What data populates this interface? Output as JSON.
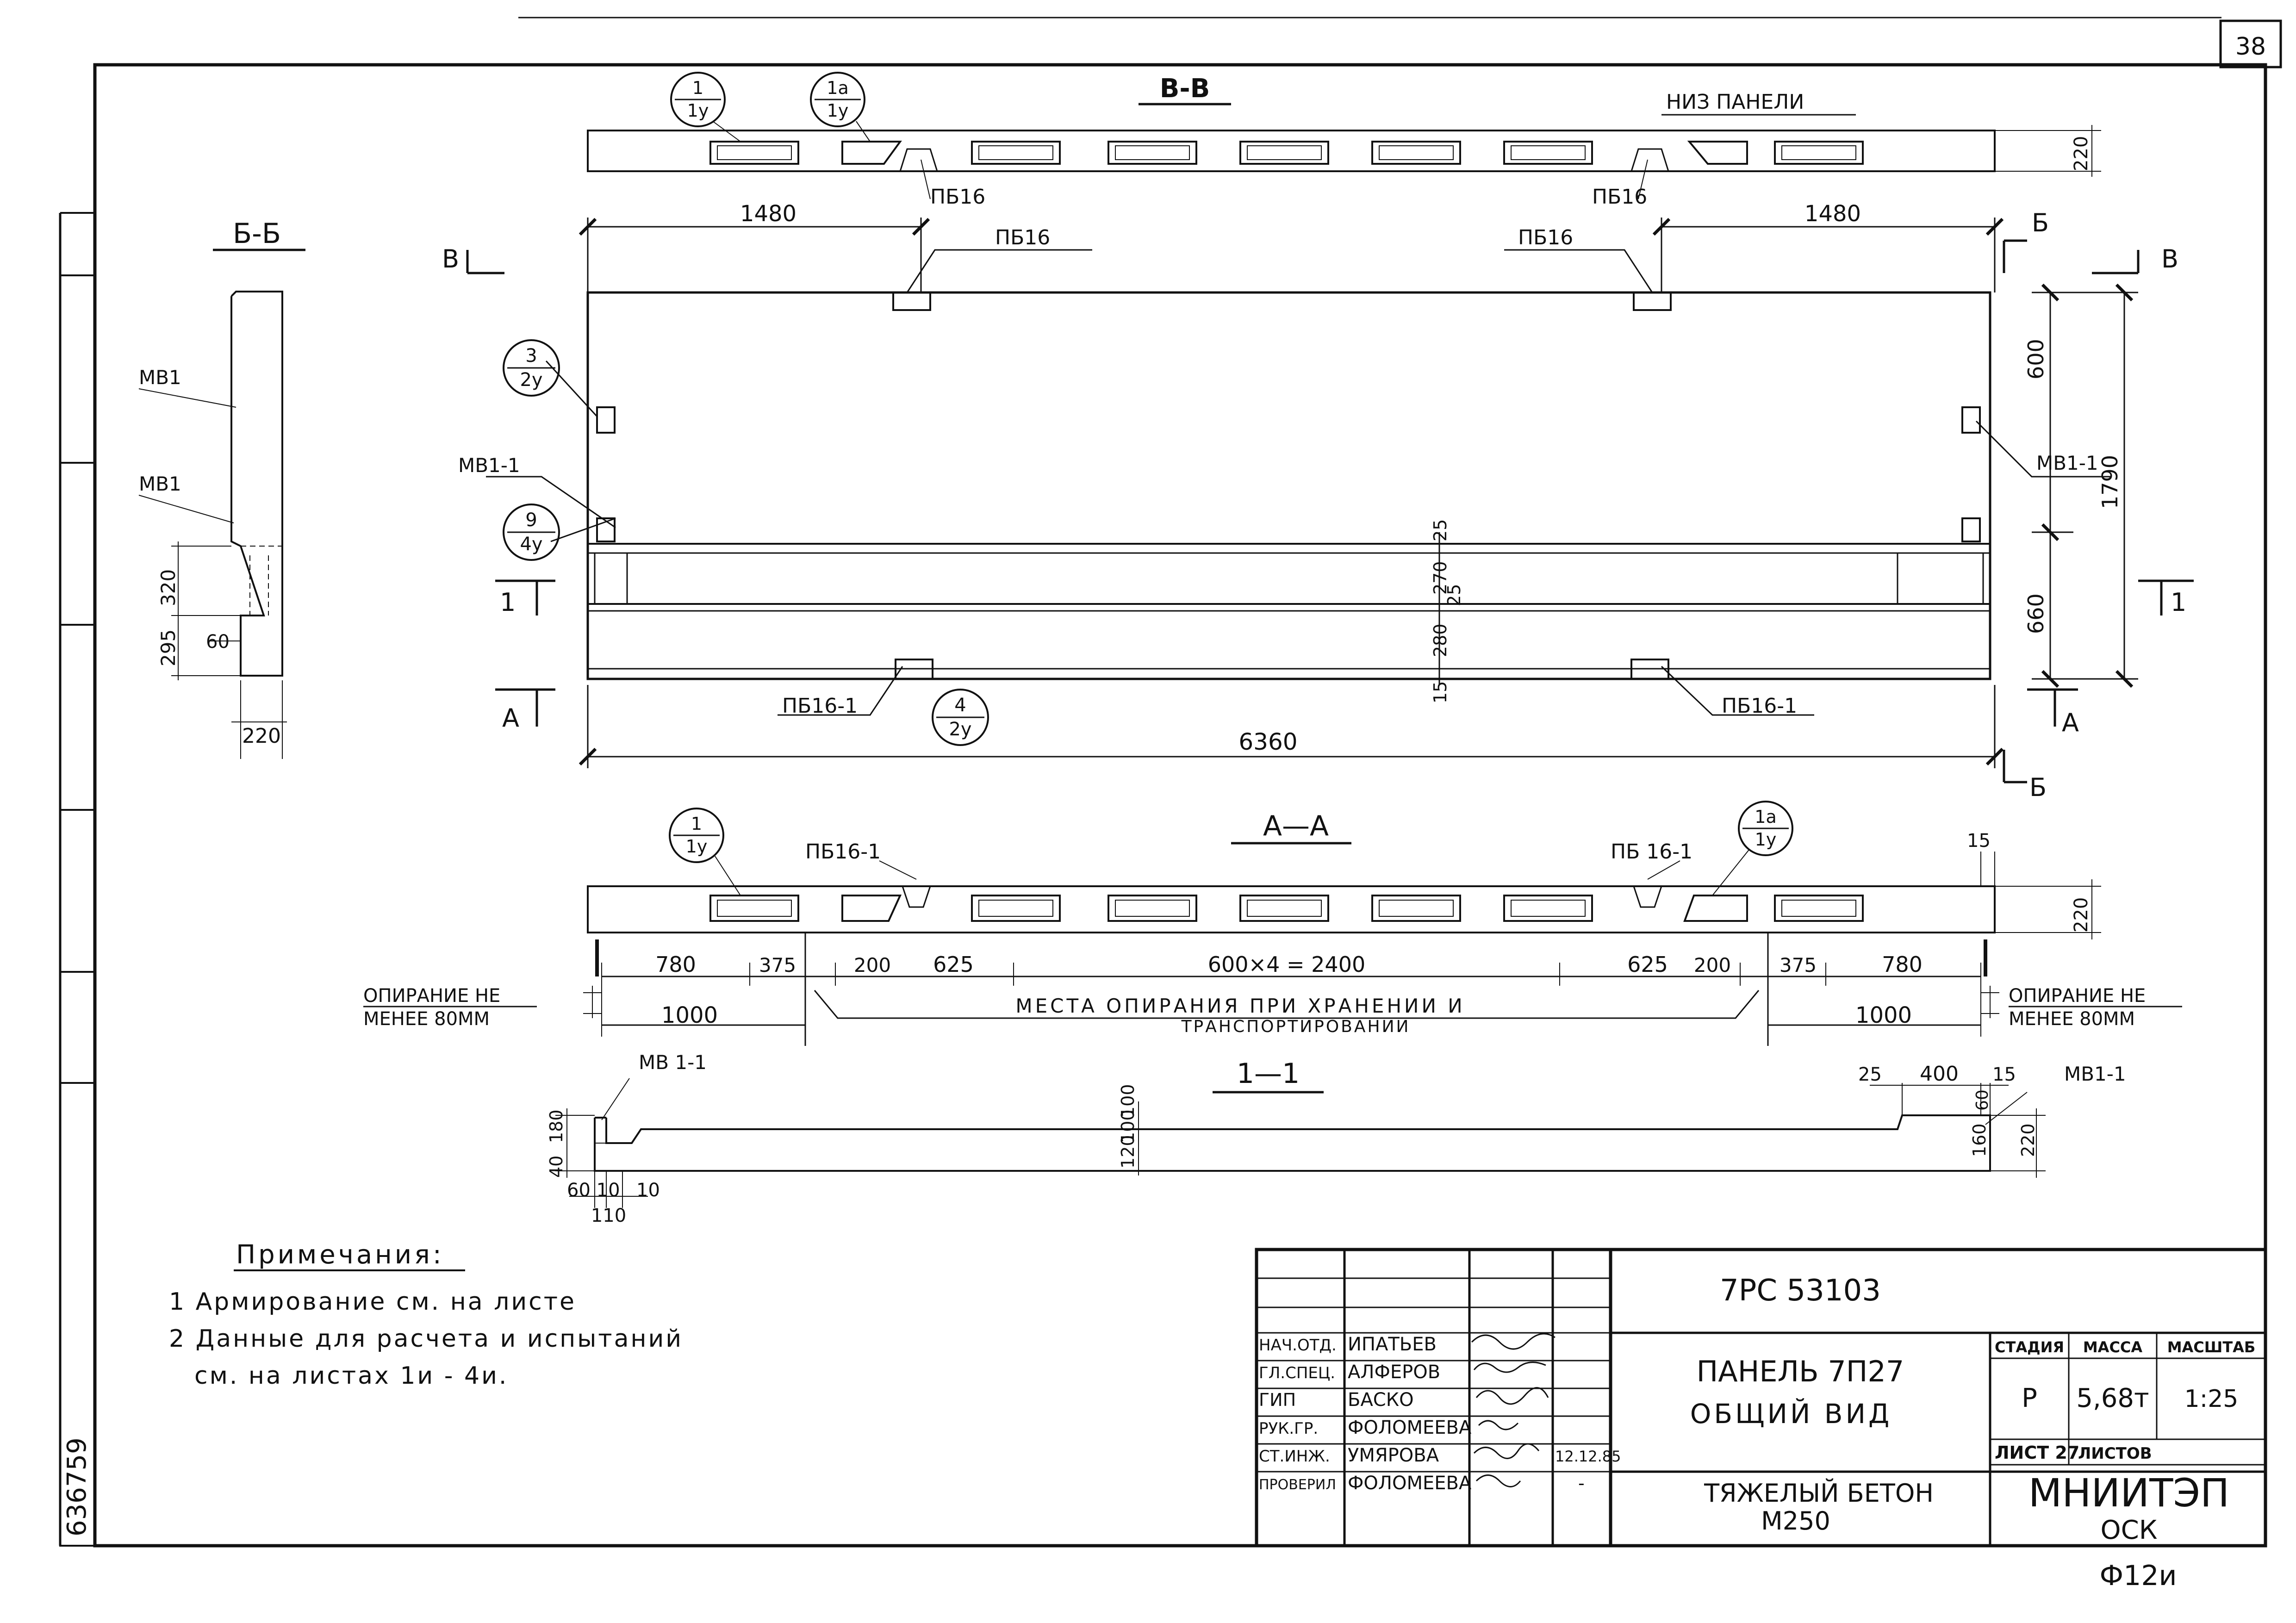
{
  "sheet_number": "38",
  "sections": {
    "vv": "В-В",
    "bb": "Б-Б",
    "aa": "А—А",
    "one": "1—1"
  },
  "labels": {
    "niz_paneli": "НИЗ ПАНЕЛИ",
    "pb16": "ПБ16",
    "pb16_1": "ПБ16-1",
    "pb16_1_b": "ПБ 16-1",
    "mv1": "МВ1",
    "mv1_1": "МВ1-1",
    "mv_1_1": "МВ 1-1",
    "arrow_v": "В",
    "arrow_b": "Б",
    "arrow_a": "А",
    "arrow_1": "1",
    "opiranie_1": "ОПИРАНИЕ НЕ",
    "opiranie_2": "МЕНЕЕ 80ММ",
    "mesta_1": "МЕСТА ОПИРАНИЯ ПРИ ХРАНЕНИИ И",
    "mesta_2": "ТРАНСПОРТИРОВАНИИ"
  },
  "callouts": {
    "c1": {
      "top": "1",
      "bottom": "1у"
    },
    "c1a": {
      "top": "1а",
      "bottom": "1у"
    },
    "c3": {
      "top": "3",
      "bottom": "2у"
    },
    "c9": {
      "top": "9",
      "bottom": "4у"
    },
    "c4": {
      "top": "4",
      "bottom": "2у"
    }
  },
  "dimensions": {
    "d1480": "1480",
    "d6360": "6360",
    "d600": "600",
    "d660": "660",
    "d1790": "1790",
    "d220": "220",
    "d25": "25",
    "d270": "270",
    "d280": "280",
    "d15": "15",
    "d320": "320",
    "d295": "295",
    "d60": "60",
    "d780": "780",
    "d375": "375",
    "d200": "200",
    "d625": "625",
    "d2400": "600×4 = 2400",
    "d1000": "1000",
    "d400": "400",
    "d100": "100",
    "d120": "120",
    "d180": "180",
    "d40": "40",
    "d160": "160",
    "d10": "10",
    "d110": "110",
    "d6010": "60 10"
  },
  "notes": {
    "title": "Примечания:",
    "items": [
      "1 Армирование см. на листе",
      "2 Данные для расчета и испытаний",
      "см. на листах 1и - 4и."
    ]
  },
  "stamp": {
    "code": "7РС 53103",
    "title_1": "ПАНЕЛЬ 7П27",
    "title_2": "ОБЩИЙ ВИД",
    "material_1": "ТЯЖЕЛЫЙ БЕТОН",
    "material_2": "М250",
    "stage_header": "СТАДИЯ",
    "mass_header": "МАССА",
    "scale_header": "МАСШТАБ",
    "stage": "Р",
    "mass": "5,68т",
    "scale": "1:25",
    "sheet_label": "ЛИСТ 27",
    "sheets_label": "ЛИСТОВ",
    "org_1": "МНИИТЭП",
    "org_2": "ОСК",
    "date": "12.12.85",
    "dash": "-",
    "roles": [
      {
        "role": "НАЧ.ОТД.",
        "name": "ИПАТЬЕВ"
      },
      {
        "role": "ГЛ.СПЕЦ.",
        "name": "АЛФЕРОВ"
      },
      {
        "role": "ГИП",
        "name": "БАСКО"
      },
      {
        "role": "РУК.ГР.",
        "name": "ФОЛОМЕЕВА"
      },
      {
        "role": "СТ.ИНЖ.",
        "name": "УМЯРОВА"
      },
      {
        "role": "ПРОВЕРИЛ",
        "name": "ФОЛОМЕЕВА"
      }
    ]
  },
  "archive_number": "636759",
  "format_mark": "Ф12и"
}
